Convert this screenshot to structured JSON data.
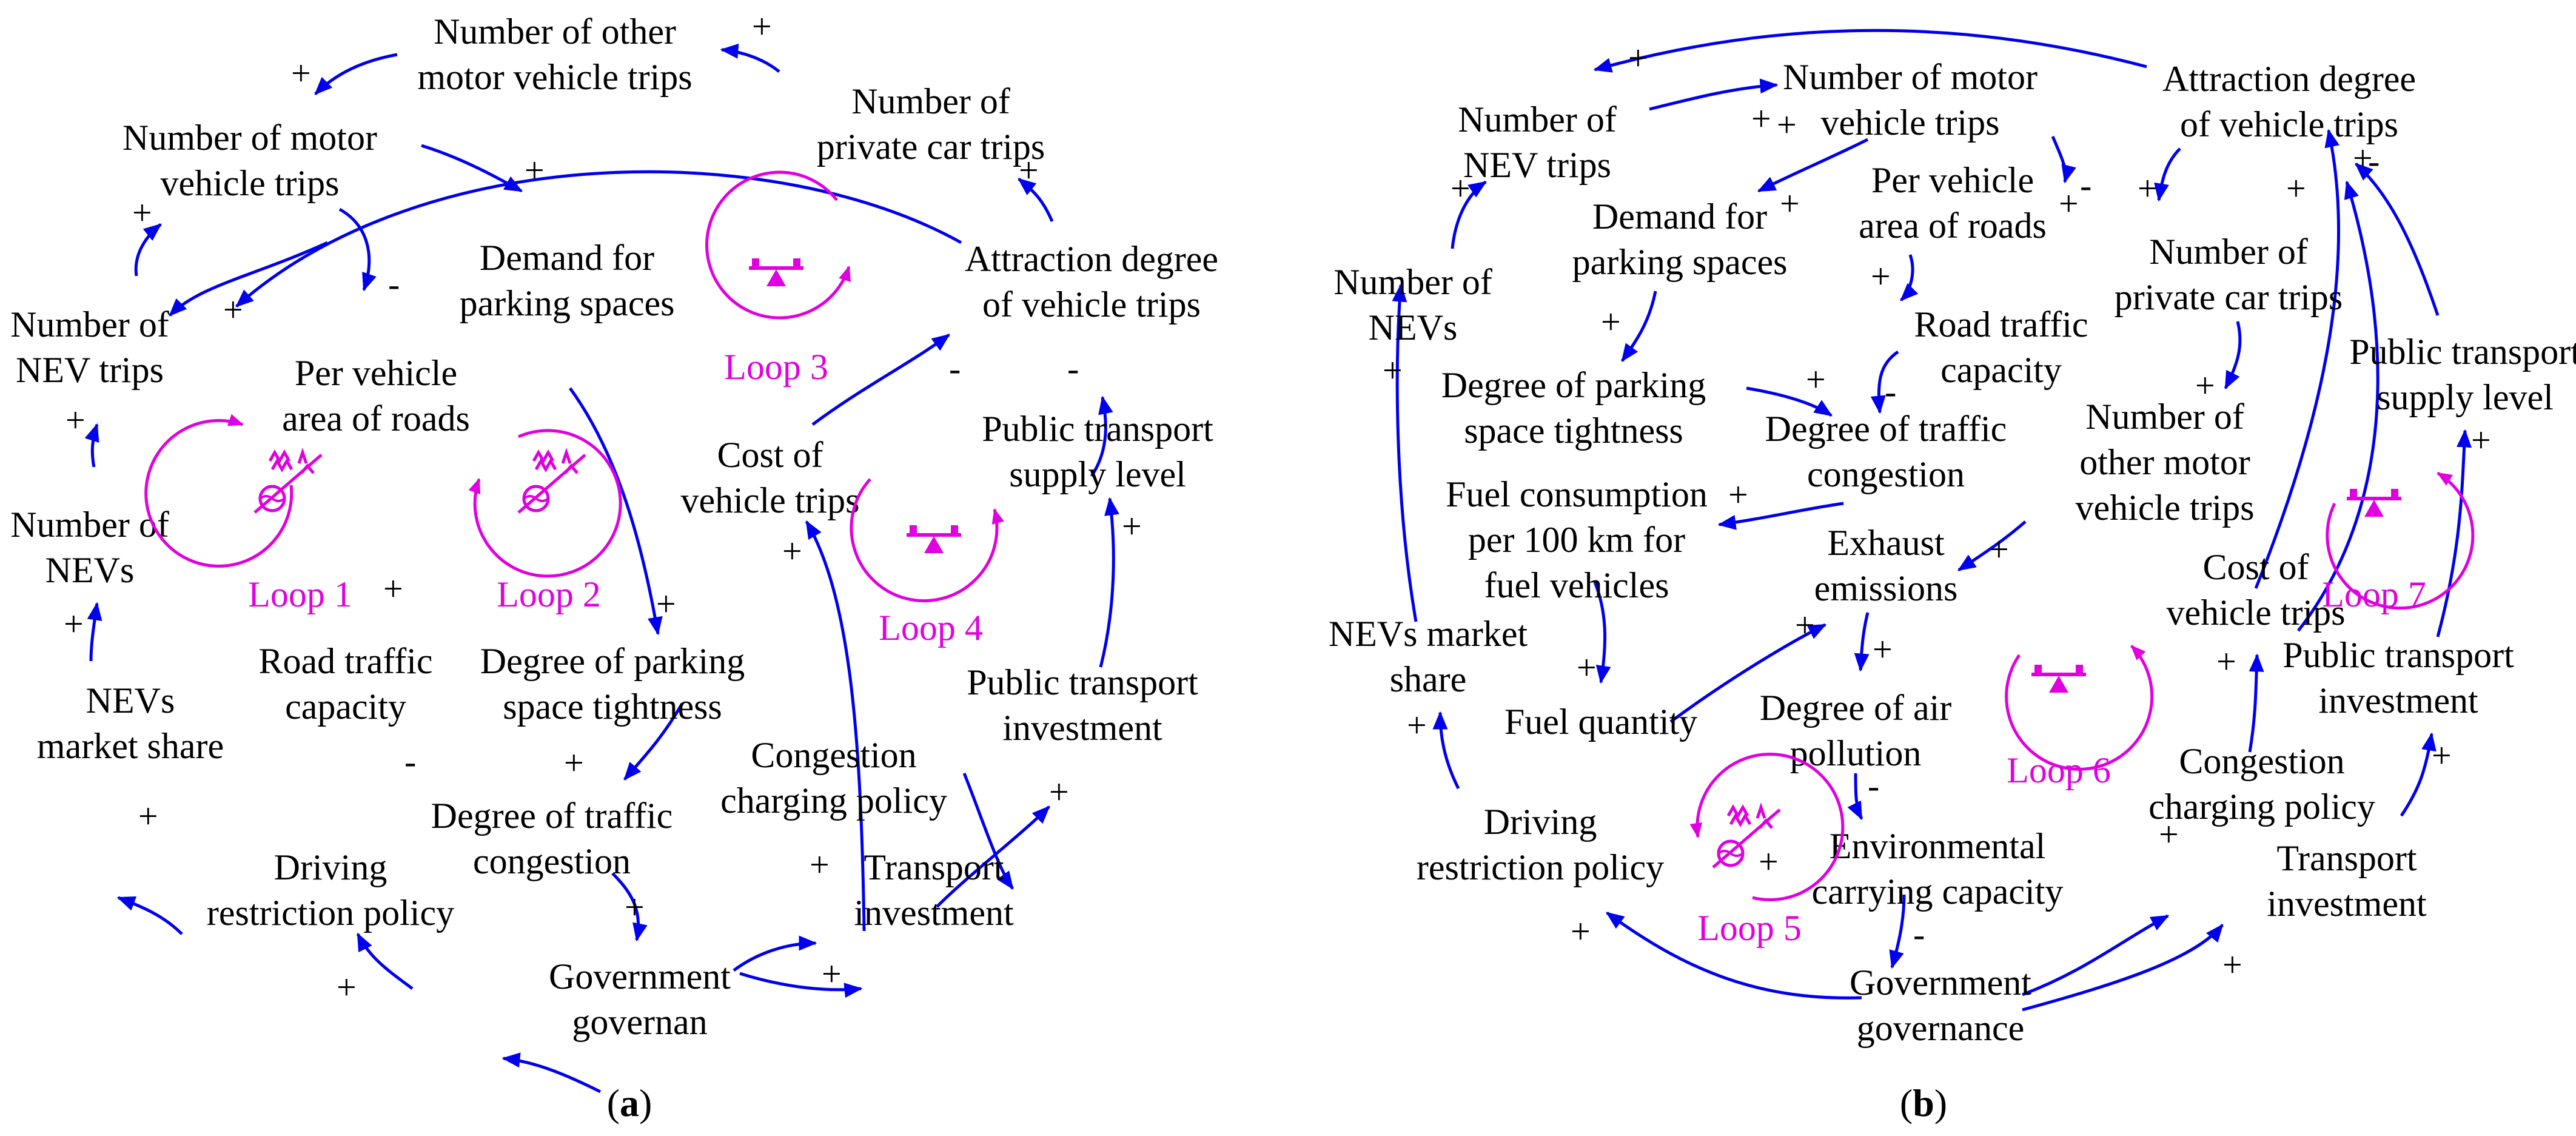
{
  "colors": {
    "arrow": "#0000ee",
    "loop": "#e000e0",
    "text": "#000000"
  },
  "panel_a": {
    "caption": {
      "open": "(",
      "letter": "a",
      "close": ")"
    },
    "nodes": {
      "other_motor": [
        "Number of other",
        "motor vehicle trips"
      ],
      "private_car": [
        "Number of",
        "private car trips"
      ],
      "motor_trips": [
        "Number of motor",
        "vehicle trips"
      ],
      "demand_parking": [
        "Demand for",
        "parking spaces"
      ],
      "attraction": [
        "Attraction degree",
        "of vehicle trips"
      ],
      "nev_trips": [
        "Number of",
        "NEV trips"
      ],
      "per_vehicle": [
        "Per vehicle",
        "area of roads"
      ],
      "cost": [
        "Cost of",
        "vehicle trips"
      ],
      "pt_supply": [
        "Public transport",
        "supply level"
      ],
      "nevs": [
        "Number of",
        "NEVs"
      ],
      "road_cap": [
        "Road traffic",
        "capacity"
      ],
      "parking_tight": [
        "Degree of parking",
        "space tightness"
      ],
      "pt_invest": [
        "Public transport",
        "investment"
      ],
      "market_share": [
        "NEVs",
        "market share"
      ],
      "congestion": [
        "Degree of traffic",
        "congestion"
      ],
      "charging": [
        "Congestion",
        "charging policy"
      ],
      "restriction": [
        "Driving",
        "restriction policy"
      ],
      "transport_invest": [
        "Transport",
        "investment"
      ],
      "government": [
        "Government",
        "governan"
      ]
    },
    "loops": [
      "Loop 1",
      "Loop 2",
      "Loop 3",
      "Loop 4"
    ],
    "signs": [
      "+",
      "+",
      "+",
      "+",
      "+",
      "+",
      "+",
      "-",
      "+",
      "+",
      "+",
      "+",
      "-",
      "+",
      "-",
      "-",
      "+",
      "+",
      "+",
      "+",
      "+",
      "+",
      "+"
    ]
  },
  "panel_b": {
    "caption": {
      "open": "(",
      "letter": "b",
      "close": ")"
    },
    "nodes": {
      "nev_trips": [
        "Number of",
        "NEV trips"
      ],
      "motor_trips": [
        "Number of motor",
        "vehicle trips"
      ],
      "attraction": [
        "Attraction degree",
        "of vehicle trips"
      ],
      "demand_parking": [
        "Demand for",
        "parking spaces"
      ],
      "per_vehicle": [
        "Per vehicle",
        "area of roads"
      ],
      "nevs": [
        "Number of",
        "NEVs"
      ],
      "private_car": [
        "Number of",
        "private car trips"
      ],
      "road_cap": [
        "Road traffic",
        "capacity"
      ],
      "pt_supply": [
        "Public transport",
        "supply level"
      ],
      "parking_tight": [
        "Degree of parking",
        "space tightness"
      ],
      "congestion": [
        "Degree of traffic",
        "congestion"
      ],
      "other_motor": [
        "Number of",
        "other motor",
        "vehicle trips"
      ],
      "fuel_consumption": [
        "Fuel consumption",
        "per 100 km for",
        "fuel vehicles"
      ],
      "exhaust": [
        "Exhaust",
        "emissions"
      ],
      "cost": [
        "Cost of",
        "vehicle trips"
      ],
      "market_share": [
        "NEVs market",
        "share"
      ],
      "fuel_quantity": [
        "Fuel quantity"
      ],
      "air_pollution": [
        "Degree of air",
        "pollution"
      ],
      "pt_invest": [
        "Public transport",
        "investment"
      ],
      "charging": [
        "Congestion",
        "charging policy"
      ],
      "restriction": [
        "Driving",
        "restriction policy"
      ],
      "env_capacity": [
        "Environmental",
        "carrying capacity"
      ],
      "transport_invest": [
        "Transport",
        "investment"
      ],
      "government": [
        "Government",
        "governance"
      ]
    },
    "loops": [
      "Loop 5",
      "Loop 6",
      "Loop 7"
    ],
    "signs": [
      "+",
      "+",
      "+",
      "-",
      "+",
      "+",
      "-",
      "+",
      "+",
      "+",
      "+",
      "-",
      "+",
      "+",
      "+",
      "+",
      "+",
      "+",
      "+",
      "+",
      "+",
      "-",
      "-",
      "+",
      "+",
      "+",
      "+",
      "+",
      "+",
      "+",
      "+",
      "+"
    ]
  }
}
